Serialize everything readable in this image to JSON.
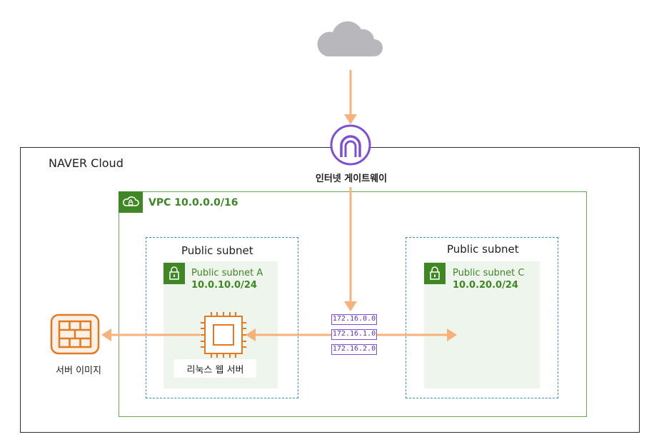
{
  "naver": {
    "label": "NAVER Cloud"
  },
  "vpc": {
    "label": "VPC 10.0.0.0/16"
  },
  "gateway": {
    "label": "인터넷 게이트웨이"
  },
  "subnet_left": {
    "title": "Public subnet",
    "name": "Public subnet A",
    "cidr": "10.0.10.0/24",
    "server_label": "리눅스 웹 서버"
  },
  "subnet_right": {
    "title": "Public subnet",
    "name": "Public subnet C",
    "cidr": "10.0.20.0/24"
  },
  "route_table": {
    "rows": [
      "172.16.0.0",
      "172.16.1.0",
      "172.16.2.0"
    ]
  },
  "server_image": {
    "label": "서버 이미지"
  },
  "colors": {
    "arrow": "#f7b27b",
    "vpc": "#3f8624",
    "subnet_border": "#3a8ec9",
    "gateway": "#7d4fd6",
    "chip": "#e07b22",
    "cloud": "#b8b8bc"
  },
  "icons": [
    "cloud-icon",
    "internet-gateway-icon",
    "vpc-cloud-icon",
    "lock-icon",
    "server-chip-icon",
    "server-image-icon"
  ]
}
